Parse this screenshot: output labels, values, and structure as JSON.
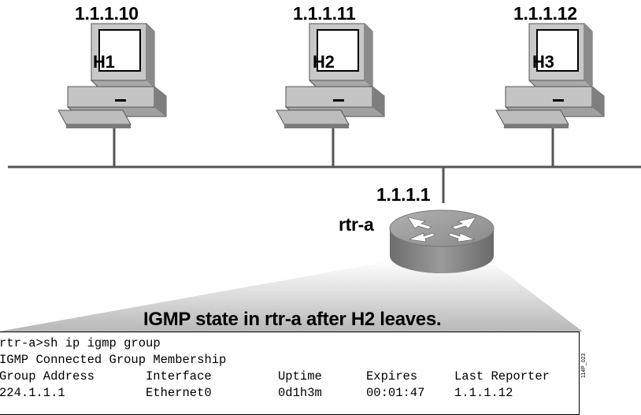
{
  "hosts": [
    {
      "name": "H1",
      "ip": "1.1.1.10"
    },
    {
      "name": "H2",
      "ip": "1.1.1.11"
    },
    {
      "name": "H3",
      "ip": "1.1.1.12"
    }
  ],
  "router": {
    "name": "rtr-a",
    "ip": "1.1.1.1"
  },
  "callout_title": "IGMP state in rtr-a after H2 leaves.",
  "terminal": {
    "command": "rtr-a>sh ip igmp group",
    "heading": "IGMP Connected Group Membership",
    "columns": [
      "Group Address",
      "Interface",
      "Uptime",
      "Expires",
      "Last Reporter"
    ],
    "rows": [
      [
        "224.1.1.1",
        "Ethernet0",
        "0d1h3m",
        "00:01:47",
        "1.1.1.12"
      ]
    ]
  },
  "figure_id": "114P_023"
}
